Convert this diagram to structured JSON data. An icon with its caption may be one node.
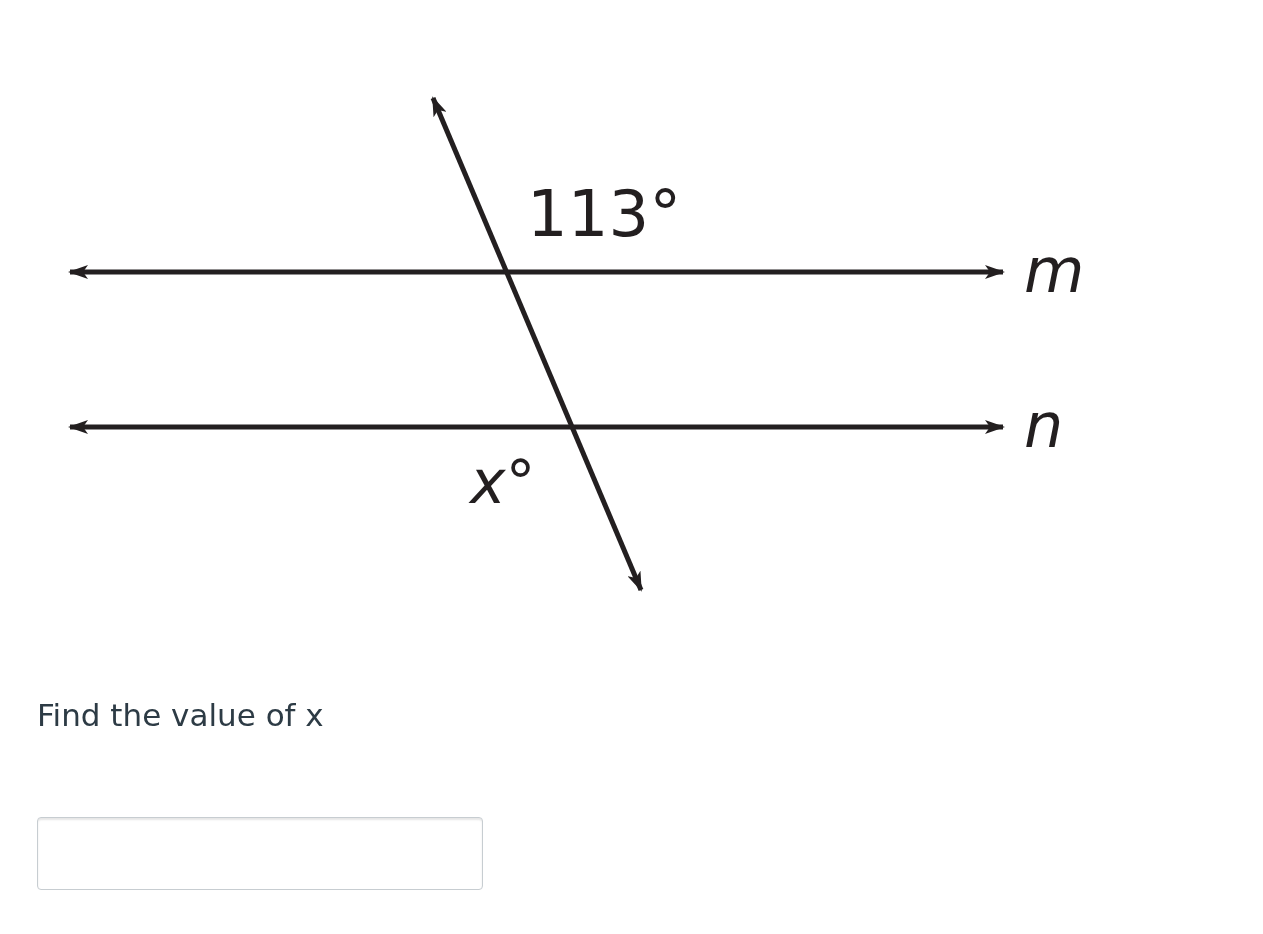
{
  "diagram": {
    "labels": [
      "113°",
      "*m*",
      "*n*",
      "*x*°",
      "Find the value of x"
    ]
  }
}
